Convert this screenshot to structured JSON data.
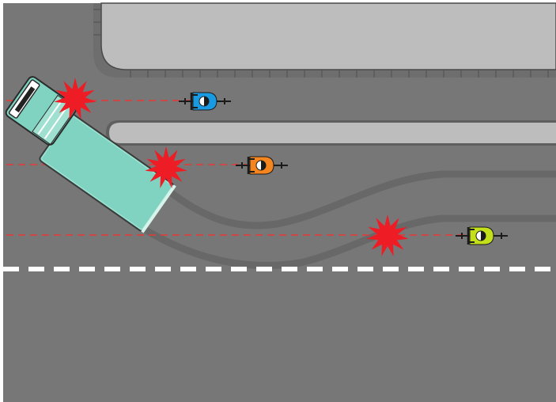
{
  "scene": {
    "road_color": "#777777",
    "sidewalk_color": "#bdbdbd",
    "curb_color": "#5f5f5f",
    "lane_marking_color": "#ffffff",
    "trajectory_color": "#e53935",
    "skid_mark_color": "#6a6a6a",
    "impact_color": "#ee1c25",
    "truck_color": "#7fd3c0",
    "cyclists": [
      {
        "name": "cyclist-blue",
        "color": "#1a9ae0",
        "icon": "bicycle-icon"
      },
      {
        "name": "cyclist-orange",
        "color": "#f5861f",
        "icon": "bicycle-icon"
      },
      {
        "name": "cyclist-green",
        "color": "#c4e01a",
        "icon": "bicycle-icon"
      }
    ],
    "impacts": [
      {
        "name": "impact-truck-cab"
      },
      {
        "name": "impact-truck-trailer"
      },
      {
        "name": "impact-road"
      }
    ]
  }
}
